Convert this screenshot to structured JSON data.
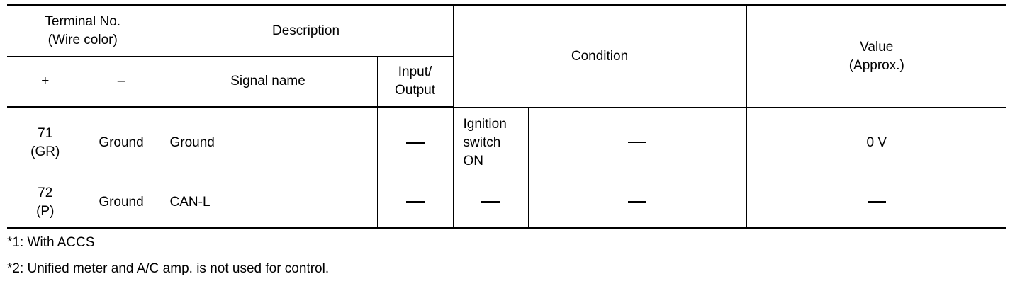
{
  "header": {
    "terminal_no": [
      "Terminal No.",
      "(Wire color)"
    ],
    "description": "Description",
    "condition": "Condition",
    "value": [
      "Value",
      "(Approx.)"
    ],
    "plus": "+",
    "minus": "–",
    "signal_name": "Signal name",
    "io": [
      "Input/",
      "Output"
    ]
  },
  "rows": [
    {
      "terminal": [
        "71",
        "(GR)"
      ],
      "minus": "Ground",
      "signal": "Ground",
      "io": "dash",
      "cond_state": [
        "Ignition",
        "switch",
        "ON"
      ],
      "cond_detail": "dash",
      "value": "0 V"
    },
    {
      "terminal": [
        "72",
        "(P)"
      ],
      "minus": "Ground",
      "signal": "CAN-L",
      "io": "dash",
      "cond_state": "dash",
      "cond_detail": "dash",
      "value": "dash"
    }
  ],
  "notes": [
    "*1: With ACCS",
    "*2: Unified meter and A/C amp. is not used for control."
  ]
}
